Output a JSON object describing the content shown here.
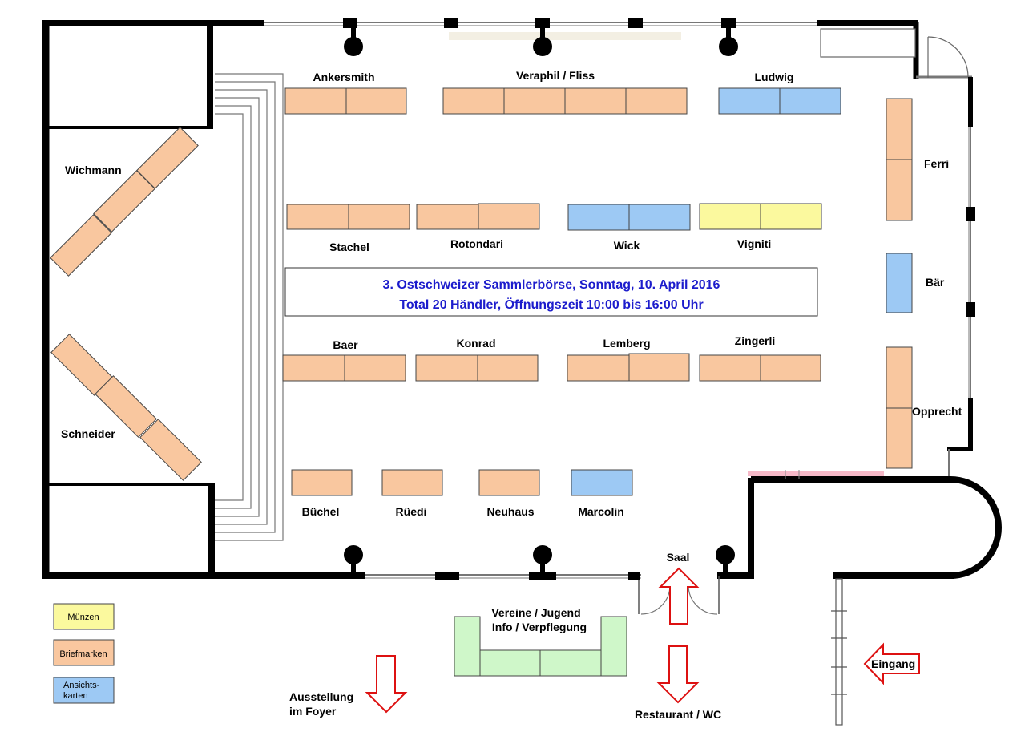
{
  "colors": {
    "briefmarken": "#f9c79f",
    "ansichtskarten": "#9dc9f4",
    "muenzen": "#fbf99e",
    "vereine": "#cff7c9",
    "wall": "#000000",
    "title_text": "#1c1ccc",
    "arrow": "#dd1111"
  },
  "title": {
    "line1": "3. Ostschweizer Sammlerbörse, Sonntag, 10. April 2016",
    "line2": "Total 20 Händler, Öffnungszeit 10:00 bis 16:00 Uhr"
  },
  "dealers": [
    {
      "id": "ankersmith",
      "name": "Ankersmith",
      "category": "briefmarken"
    },
    {
      "id": "veraphil",
      "name": "Veraphil / Fliss",
      "category": "briefmarken"
    },
    {
      "id": "ludwig",
      "name": "Ludwig",
      "category": "ansichtskarten"
    },
    {
      "id": "wichmann",
      "name": "Wichmann",
      "category": "briefmarken"
    },
    {
      "id": "schneider",
      "name": "Schneider",
      "category": "briefmarken"
    },
    {
      "id": "stachel",
      "name": "Stachel",
      "category": "briefmarken"
    },
    {
      "id": "rotondari",
      "name": "Rotondari",
      "category": "briefmarken"
    },
    {
      "id": "wick",
      "name": "Wick",
      "category": "ansichtskarten"
    },
    {
      "id": "vigniti",
      "name": "Vigniti",
      "category": "muenzen"
    },
    {
      "id": "ferri",
      "name": "Ferri",
      "category": "briefmarken"
    },
    {
      "id": "baer_small",
      "name": "Bär",
      "category": "ansichtskarten"
    },
    {
      "id": "baer",
      "name": "Baer",
      "category": "briefmarken"
    },
    {
      "id": "konrad",
      "name": "Konrad",
      "category": "briefmarken"
    },
    {
      "id": "lemberg",
      "name": "Lemberg",
      "category": "briefmarken"
    },
    {
      "id": "zingerli",
      "name": "Zingerli",
      "category": "briefmarken"
    },
    {
      "id": "opprecht",
      "name": "Opprecht",
      "category": "briefmarken"
    },
    {
      "id": "buechel",
      "name": "Büchel",
      "category": "briefmarken"
    },
    {
      "id": "rueedi",
      "name": "Rüedi",
      "category": "briefmarken"
    },
    {
      "id": "neuhaus",
      "name": "Neuhaus",
      "category": "briefmarken"
    },
    {
      "id": "marcolin",
      "name": "Marcolin",
      "category": "ansichtskarten"
    }
  ],
  "vereine": {
    "line1": "Vereine / Jugend",
    "line2": "Info / Verpflegung"
  },
  "legend": [
    {
      "key": "muenzen",
      "lines": [
        "Münzen"
      ]
    },
    {
      "key": "briefmarken",
      "lines": [
        "Briefmarken"
      ]
    },
    {
      "key": "ansichtskarten",
      "lines": [
        "Ansichts-",
        "karten"
      ]
    }
  ],
  "signs": {
    "saal": "Saal",
    "eingang": "Eingang",
    "restaurant": "Restaurant / WC",
    "ausstellung_line1": "Ausstellung",
    "ausstellung_line2": "im Foyer"
  }
}
